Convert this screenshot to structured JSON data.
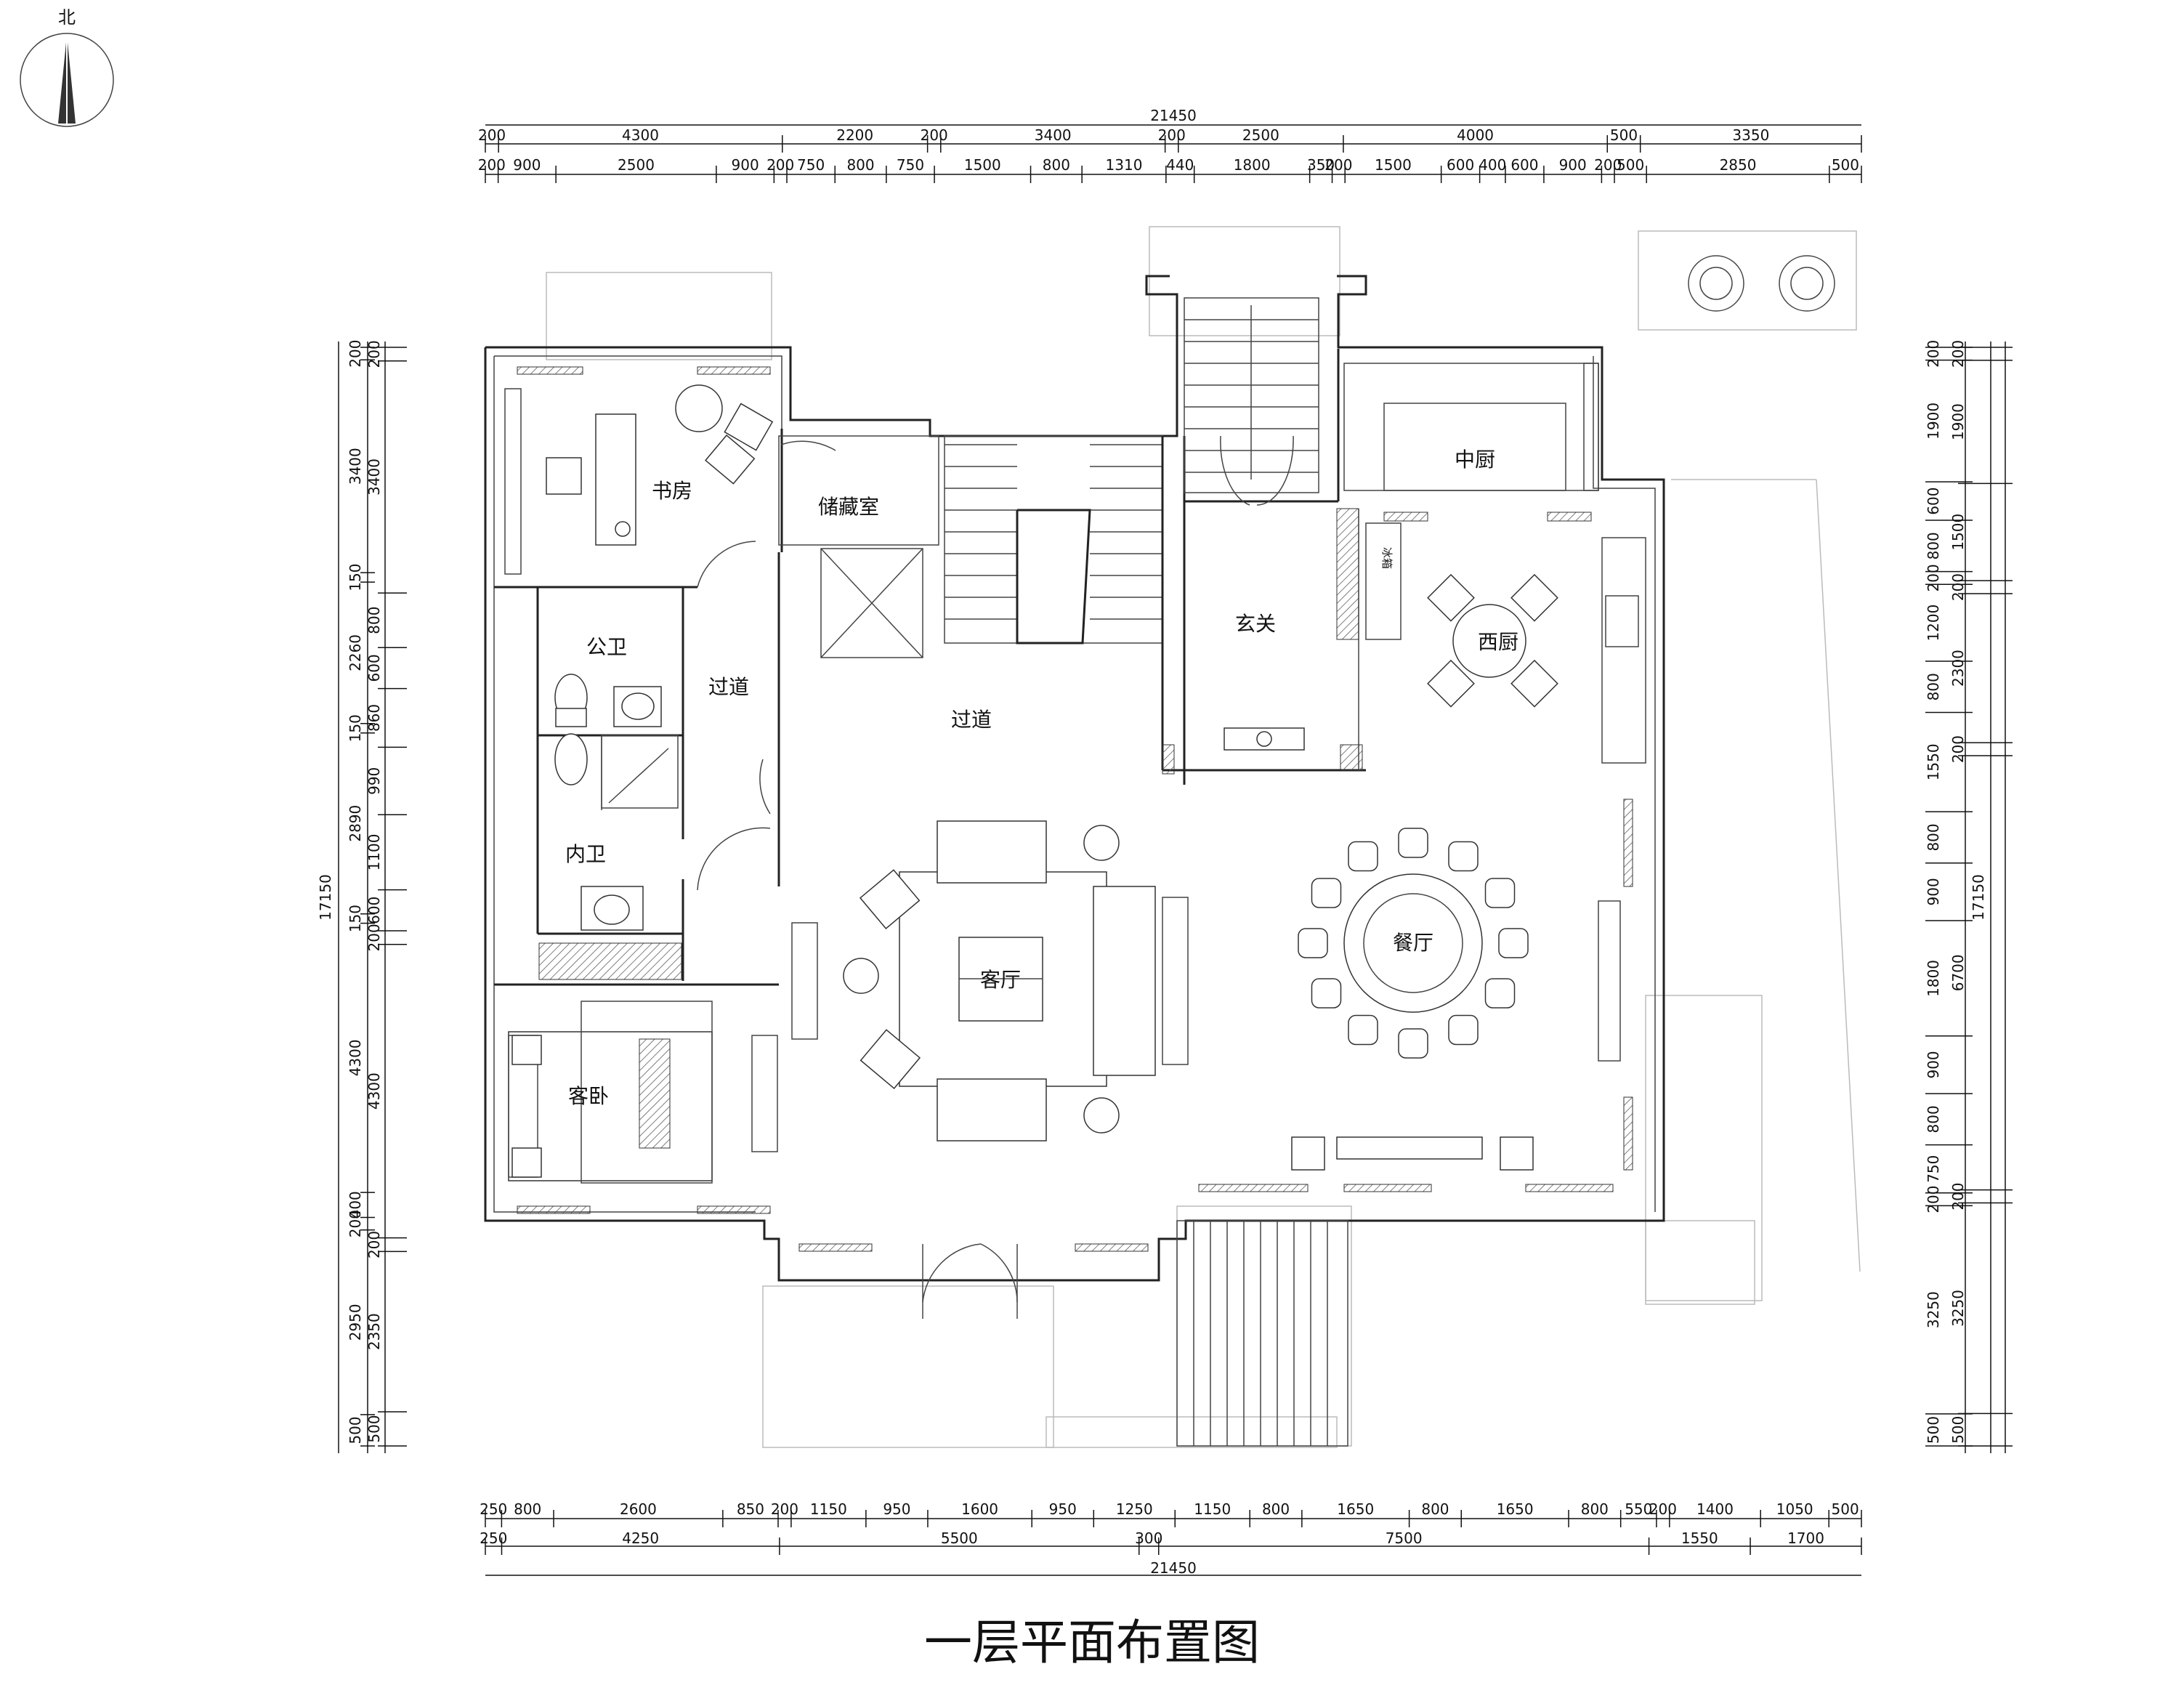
{
  "title": "一层平面布置图",
  "north_label": "北",
  "rooms": {
    "study": "书房",
    "storage": "储藏室",
    "public_bath": "公卫",
    "corridor_left": "过道",
    "corridor_main": "过道",
    "inner_bath": "内卫",
    "living": "客厅",
    "guest_bedroom": "客卧",
    "foyer": "玄关",
    "chinese_kitchen": "中厨",
    "western_kitchen": "西厨",
    "fridge": "冰箱",
    "dining": "餐厅"
  },
  "dimensions": {
    "top_total": "21450",
    "top_row1": [
      "200",
      "4300",
      "2200",
      "200",
      "3400",
      "200",
      "2500",
      "4000",
      "500",
      "3350"
    ],
    "top_row2": [
      "200",
      "900",
      "2500",
      "900",
      "200",
      "750",
      "800",
      "750",
      "1500",
      "800",
      "1310",
      "440",
      "1800",
      "350",
      "200",
      "1500",
      "600",
      "400",
      "600",
      "900",
      "200",
      "500",
      "2850",
      "500"
    ],
    "bottom_row1": [
      "250",
      "800",
      "2600",
      "850",
      "200",
      "1150",
      "950",
      "1600",
      "950",
      "1250",
      "1150",
      "800",
      "1650",
      "800",
      "1650",
      "800",
      "550",
      "200",
      "1400",
      "1050",
      "500"
    ],
    "bottom_row2": [
      "250",
      "4250",
      "5500",
      "300",
      "7500",
      "1550",
      "1700"
    ],
    "bottom_total": "21450",
    "left_total": "17150",
    "left_outer": [
      "200",
      "3400",
      "150",
      "2260",
      "150",
      "2890",
      "150",
      "4300",
      "400",
      "200",
      "2950",
      "500"
    ],
    "left_inner": [
      "200",
      "3400",
      "800",
      "600",
      "860",
      "990",
      "1100",
      "600",
      "200",
      "4300",
      "200",
      "2350",
      "500"
    ],
    "right_total": "17150",
    "right_outer": [
      "200",
      "1900",
      "600",
      "800",
      "200",
      "1200",
      "800",
      "1550",
      "800",
      "900",
      "1800",
      "900",
      "800",
      "750",
      "200",
      "3250",
      "500"
    ],
    "right_inner": [
      "200",
      "1900",
      "1500",
      "200",
      "2300",
      "200",
      "6700",
      "200",
      "3250",
      "500"
    ]
  }
}
